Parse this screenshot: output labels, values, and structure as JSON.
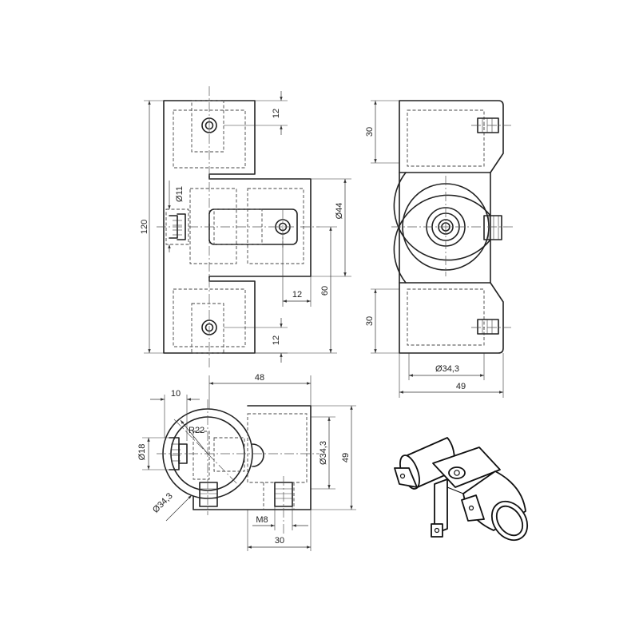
{
  "dimensions": {
    "top_view": {
      "overall_height": "120",
      "bore_diameter": "Ø11",
      "top_flange_offset": "12",
      "bottom_flange_offset": "12",
      "hole_offset": "12",
      "diameter": "Ø44",
      "center_height": "60"
    },
    "side_view": {
      "upper_block": "30",
      "lower_block": "30",
      "tube_diameter": "Ø34,3",
      "overall_width": "49"
    },
    "front_view": {
      "overall_width": "48",
      "offset": "10",
      "radius": "R22",
      "boss_diameter": "Ø18",
      "tube_diameter_left": "Ø34,3",
      "tube_diameter_right": "Ø34,3",
      "overall_height": "49",
      "thread": "M8",
      "thread_offset": "30"
    }
  }
}
